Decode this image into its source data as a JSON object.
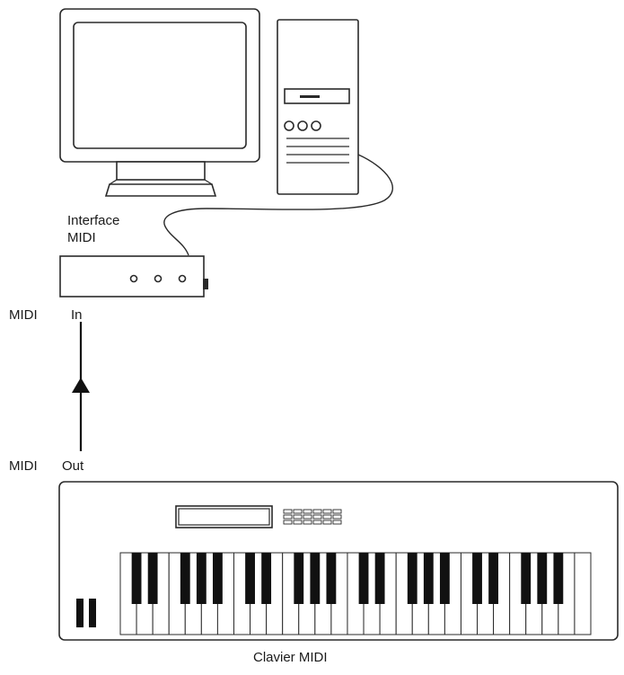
{
  "labels": {
    "interface_line1": "Interface",
    "interface_line2": "MIDI",
    "midi_in_left": "MIDI",
    "midi_in_port": "In",
    "midi_out_left": "MIDI",
    "midi_out_port": "Out",
    "keyboard": "Clavier MIDI"
  },
  "keyboard": {
    "white_keys": 29
  },
  "signal_direction": "up"
}
